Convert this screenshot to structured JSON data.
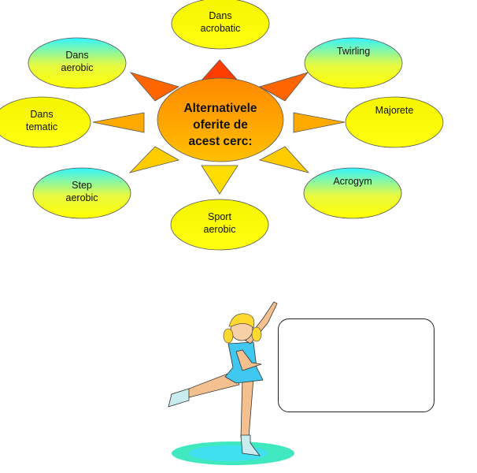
{
  "diagram": {
    "center": {
      "lines": [
        "Alternativele",
        "oferite de",
        "acest cerc:"
      ]
    },
    "options": [
      {
        "lines": [
          "Dans",
          "acrobatic"
        ],
        "style": "yellow"
      },
      {
        "lines": [
          "Twirling"
        ],
        "style": "cyan-yellow"
      },
      {
        "lines": [
          "Majorete"
        ],
        "style": "yellow"
      },
      {
        "lines": [
          "Acrogym"
        ],
        "style": "cyan-yellow"
      },
      {
        "lines": [
          "Sport",
          "aerobic"
        ],
        "style": "yellow"
      },
      {
        "lines": [
          "Step",
          "aerobic"
        ],
        "style": "cyan-yellow"
      },
      {
        "lines": [
          "Dans",
          "tematic"
        ],
        "style": "yellow"
      },
      {
        "lines": [
          "Dans",
          "aerobic"
        ],
        "style": "cyan-yellow"
      }
    ]
  },
  "colors": {
    "yellow": "#ffff00",
    "cyan": "#33ffff",
    "orange": "#ff9900",
    "red": "#ff3300"
  }
}
